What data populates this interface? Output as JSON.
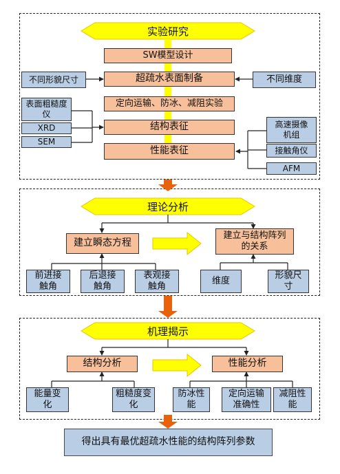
{
  "section1": {
    "banner": "实验研究",
    "sw_model": "SW模型设计",
    "fabrication": "超疏水表面制备",
    "left_size": "不同形貌尺寸",
    "right_dim": "不同维度",
    "experiments": "定向运输、防冰、减阻实验",
    "roughness": "表面粗糙度仪",
    "xrd": "XRD",
    "sem": "SEM",
    "structure_char": "结构表征",
    "highspeed": "高速摄像机组",
    "contact_angle": "接触角仪",
    "afm": "AFM",
    "performance_char": "性能表征"
  },
  "section2": {
    "banner": "理论分析",
    "equation": "建立瞬态方程",
    "relation": "建立与结构阵列的关系",
    "advancing": "前进接触角",
    "receding": "后退接触角",
    "apparent": "表观接触角",
    "dimension": "维度",
    "morphology": "形貌尺寸"
  },
  "section3": {
    "banner": "机理揭示",
    "structure_analysis": "结构分析",
    "performance_analysis": "性能分析",
    "energy_change": "能量变化",
    "roughness_change": "粗糙度变化",
    "anti_icing": "防冰性能",
    "transport_accuracy": "定向运输准确性",
    "drag_reduction": "减阻性能"
  },
  "conclusion": "得出具有最优超疏水性能的结构阵列参数",
  "colors": {
    "banner_yellow": "#ffff00",
    "banner_stroke": "#e8c400",
    "orange_box": "#f7c09a",
    "blue_box": "#b9cde4",
    "flow_arrow": "#e8620c"
  }
}
